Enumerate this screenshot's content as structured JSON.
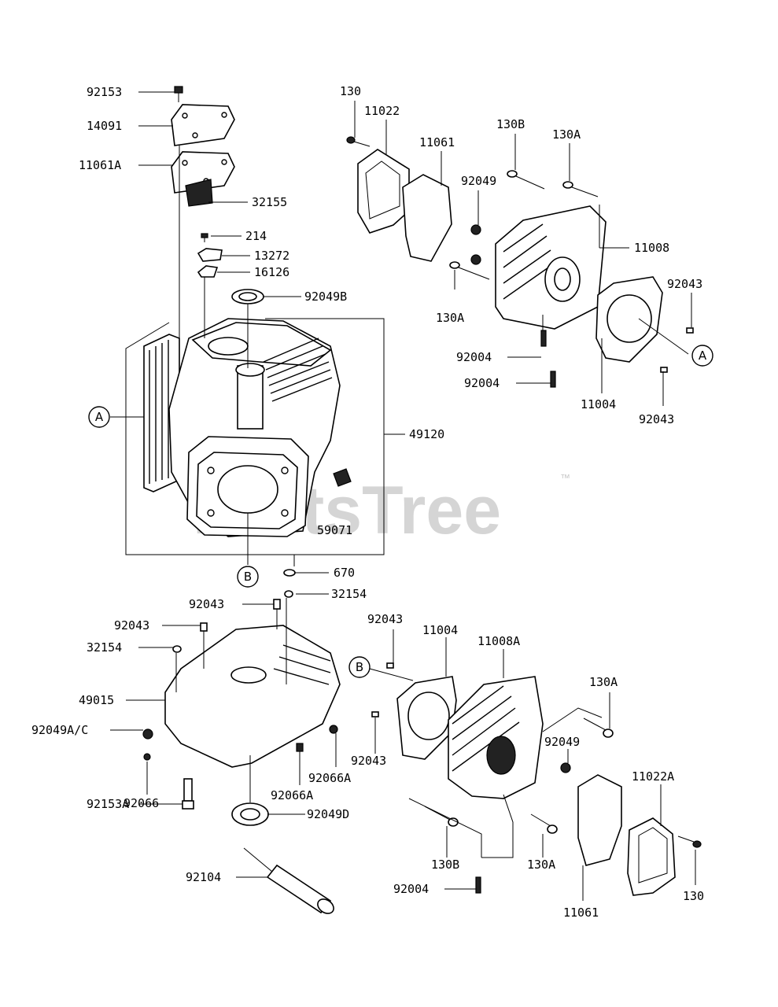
{
  "watermark": {
    "text": "PartsTree",
    "tm": "™"
  },
  "callouts": {
    "a_left": "A",
    "a_right": "A",
    "b_left": "B",
    "b_right": "B"
  },
  "labels": {
    "p92153": "92153",
    "p14091": "14091",
    "p11061A": "11061A",
    "p32155": "32155",
    "p214": "214",
    "p13272": "13272",
    "p16126": "16126",
    "p92049B": "92049B",
    "p49120": "49120",
    "p59071": "59071",
    "p670": "670",
    "p130_top": "130",
    "p11022": "11022",
    "p11061_top": "11061",
    "p130B_top": "130B",
    "p130A_top": "130A",
    "p92049_top": "92049",
    "p11008": "11008",
    "p92043_r1": "92043",
    "p130A_mid": "130A",
    "p92004_a": "92004",
    "p92004_b": "92004",
    "p11004_top": "11004",
    "p92043_r2": "92043",
    "p32154_a": "32154",
    "p92043_c": "92043",
    "p92043_d": "92043",
    "p32154_b": "32154",
    "p49015": "49015",
    "p92049AC": "92049A/C",
    "p92066": "92066",
    "p92066A_a": "92066A",
    "p92066A_b": "92066A",
    "p92153A": "92153A",
    "p92049D": "92049D",
    "p92104": "92104",
    "p92043_e": "92043",
    "p11004_bot": "11004",
    "p11008A": "11008A",
    "p130A_r": "130A",
    "p92043_f": "92043",
    "p92049_bot": "92049",
    "p11022A": "11022A",
    "p130B_bot": "130B",
    "p130A_bot": "130A",
    "p92004_bot": "92004",
    "p11061_bot": "11061",
    "p130_bot": "130"
  }
}
